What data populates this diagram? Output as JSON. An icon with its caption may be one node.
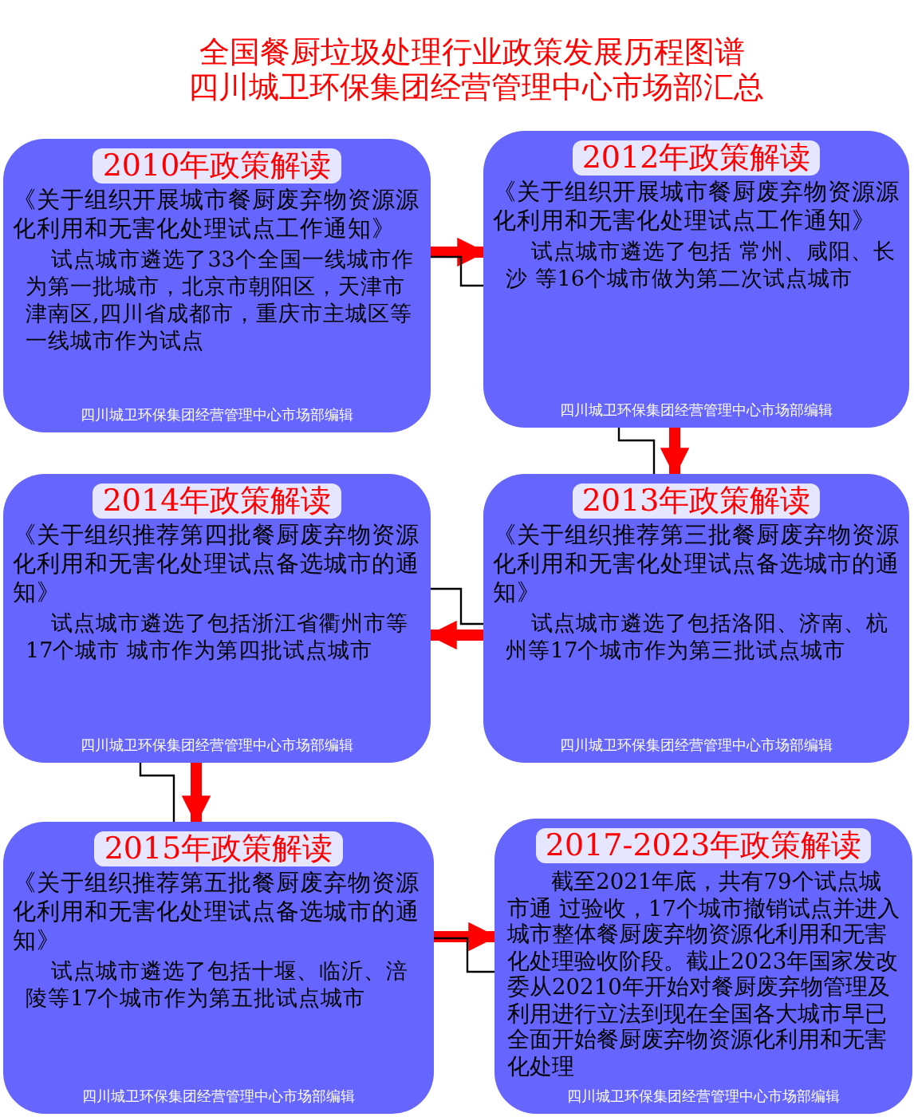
{
  "diagram": {
    "title": "全国餐厨垃圾处理行业政策发展历程图谱",
    "nodes": [
      {
        "text": [
          "2010年政策解读",
          "《关于组织开展城市餐厨废弃物资源源化利用和无害化处理试点工作通知》",
          "试点城市遴选了33个全国一线城市作为第一批城市，北京市朝阳区，天津市津南区,四川省成都市，重庆市主城区等一线城市作为试点",
          "四川城卫环保集团经营管理中心市场部编辑"
        ]
      },
      {
        "text": [
          "2012年政策解读",
          "《关于组织开展城市餐厨废弃物资源源化利用和无害化处理试点工作通知》",
          "试点城市遴选了包括 常州、咸阳、长沙 等16个城市做为第二次试点城市",
          "四川城卫环保集团经营管理中心市场部编辑"
        ]
      },
      {
        "text": [
          "2014年政策解读",
          "《关于组织推荐第四批餐厨废弃物资源化利用和无害化处理试点备选城市的通知》",
          "试点城市遴选了包括浙江省衢州市等17个城市 城市作为第四批试点城市",
          "四川城卫环保集团经营管理中心市场部编辑"
        ]
      },
      {
        "text": [
          "2013年政策解读",
          "《关于组织推荐第三批餐厨废弃物资源化利用和无害化处理试点备选城市的通知》",
          "试点城市遴选了包括洛阳、济南、杭州等17个城市作为第三批试点城市",
          "四川城卫环保集团经营管理中心市场部编辑"
        ]
      },
      {
        "text": [
          "2015年政策解读",
          "《关于组织推荐第五批餐厨废弃物资源化利用和无害化处理试点备选城市的通知》",
          "试点城市遴选了包括十堰、临沂、涪陵等17个城市作为第五批试点城市",
          "四川城卫环保集团经营管理中心市场部编辑"
        ]
      },
      {
        "text": [
          "2017-2023年政策解读",
          "截至2021年底，共有79个试点城市通 过验收，17个城市撤销试点并进入城市整体餐厨废弃物资源化利用和无害化处理验收阶段。截止2023年国家发改委从20210年开始对餐厨废弃物管理及利用进行立法到现在全国各大城市早已全面开始餐厨废弃物资源化利用和无害化处理",
          "四川城卫环保集团经营管理中心市场部编辑"
        ]
      }
    ],
    "edges": [
      {
        "from": 0,
        "to": 1,
        "arrow": "to",
        "style": "thick",
        "color": "#ff0000"
      },
      {
        "from": 0,
        "to": 1,
        "arrow": "none",
        "color": "#000000"
      },
      {
        "from": 1,
        "to": 3,
        "arrow": "to",
        "style": "thick",
        "color": "#ff0000"
      },
      {
        "from": 1,
        "to": 3,
        "arrow": "none",
        "color": "#000000"
      },
      {
        "from": 3,
        "to": 2,
        "arrow": "to",
        "style": "thick",
        "color": "#ff0000"
      },
      {
        "from": 2,
        "to": 3,
        "arrow": "none",
        "color": "#000000"
      },
      {
        "from": 2,
        "to": 4,
        "arrow": "to",
        "style": "thick",
        "color": "#ff0000"
      },
      {
        "from": 2,
        "to": 4,
        "arrow": "none",
        "color": "#000000"
      },
      {
        "from": 4,
        "to": 5,
        "arrow": "to",
        "style": "thick",
        "color": "#ff0000"
      },
      {
        "from": 4,
        "to": 5,
        "arrow": "none",
        "color": "#000000"
      }
    ],
    "labels": [
      "四川城卫环保集团经营管理中心市场部汇总"
    ]
  }
}
